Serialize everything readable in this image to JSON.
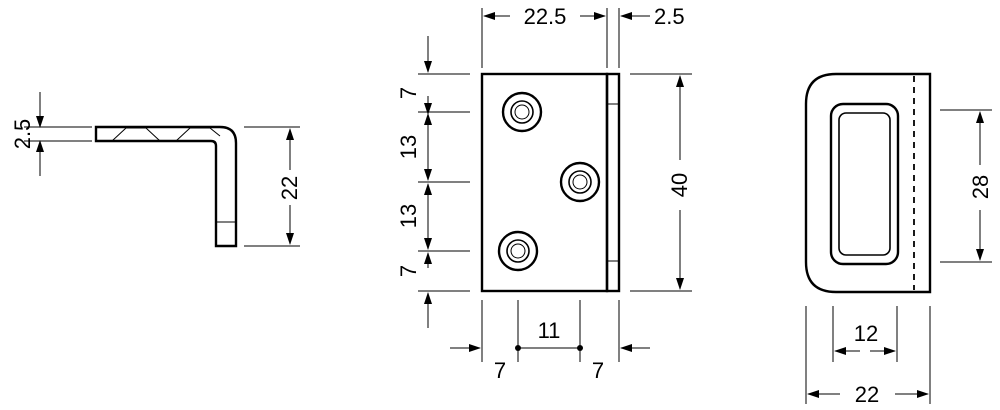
{
  "side_view": {
    "thickness": "2.5",
    "height": "22"
  },
  "front_view": {
    "width": "22.5",
    "knuckle": "2.5",
    "total_height": "40",
    "gap_top": "7",
    "gap_mid_1": "13",
    "gap_mid_2": "13",
    "gap_bottom": "7",
    "hole_spacing": "11",
    "left_offset": "7",
    "right_offset": "7"
  },
  "back_view": {
    "slot_height": "28",
    "slot_width": "12",
    "overall_width": "22"
  }
}
